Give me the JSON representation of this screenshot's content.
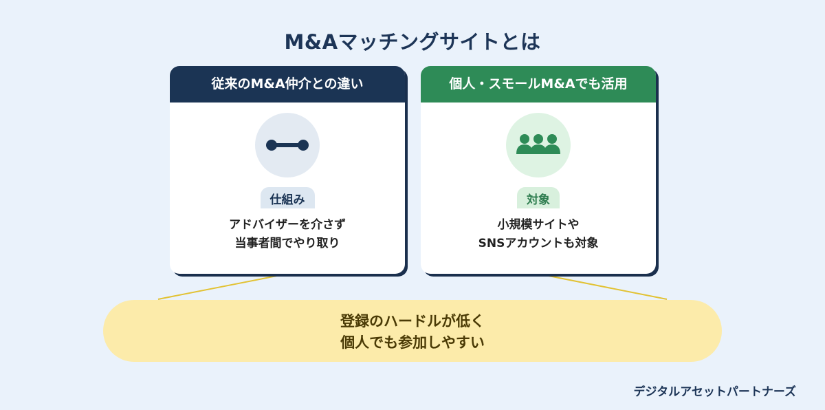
{
  "title": "M&Aマッチングサイトとは",
  "cards": [
    {
      "header": "従来のM&A仲介との違い",
      "header_color": "#1b3454",
      "icon": "connection-icon",
      "badge": "仕組み",
      "desc_lines": [
        "アドバイザーを介さず",
        "当事者間でやり取り"
      ]
    },
    {
      "header": "個人・スモールM&Aでも活用",
      "header_color": "#2e8b57",
      "icon": "group-icon",
      "badge": "対象",
      "desc_lines": [
        "小規模サイトや",
        "SNSアカウントも対象"
      ]
    }
  ],
  "summary": {
    "lines": [
      "登録のハードルが低く",
      "個人でも参加しやすい"
    ],
    "color": "#fcebaa"
  },
  "brand": "デジタルアセットパートナーズ"
}
